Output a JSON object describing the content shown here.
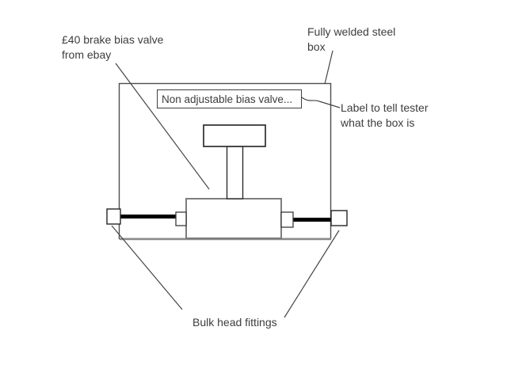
{
  "diagram": {
    "notes": {
      "valve_source": "£40 brake bias valve\nfrom ebay",
      "enclosure": "Fully welded steel\nbox",
      "label_purpose": "Label to tell tester\nwhat the box is",
      "fittings": "Bulk head fittings"
    },
    "valve_label_text": "Non adjustable bias valve...",
    "colors": {
      "ink_text": "#3d3d3d",
      "box_outline": "#4d4d4d",
      "box_bottom_gray": "#8a8a8a",
      "valve_body_outline": "#7d7d7d",
      "rod": "#000000",
      "leader_line": "#454545",
      "background": "#ffffff"
    }
  }
}
